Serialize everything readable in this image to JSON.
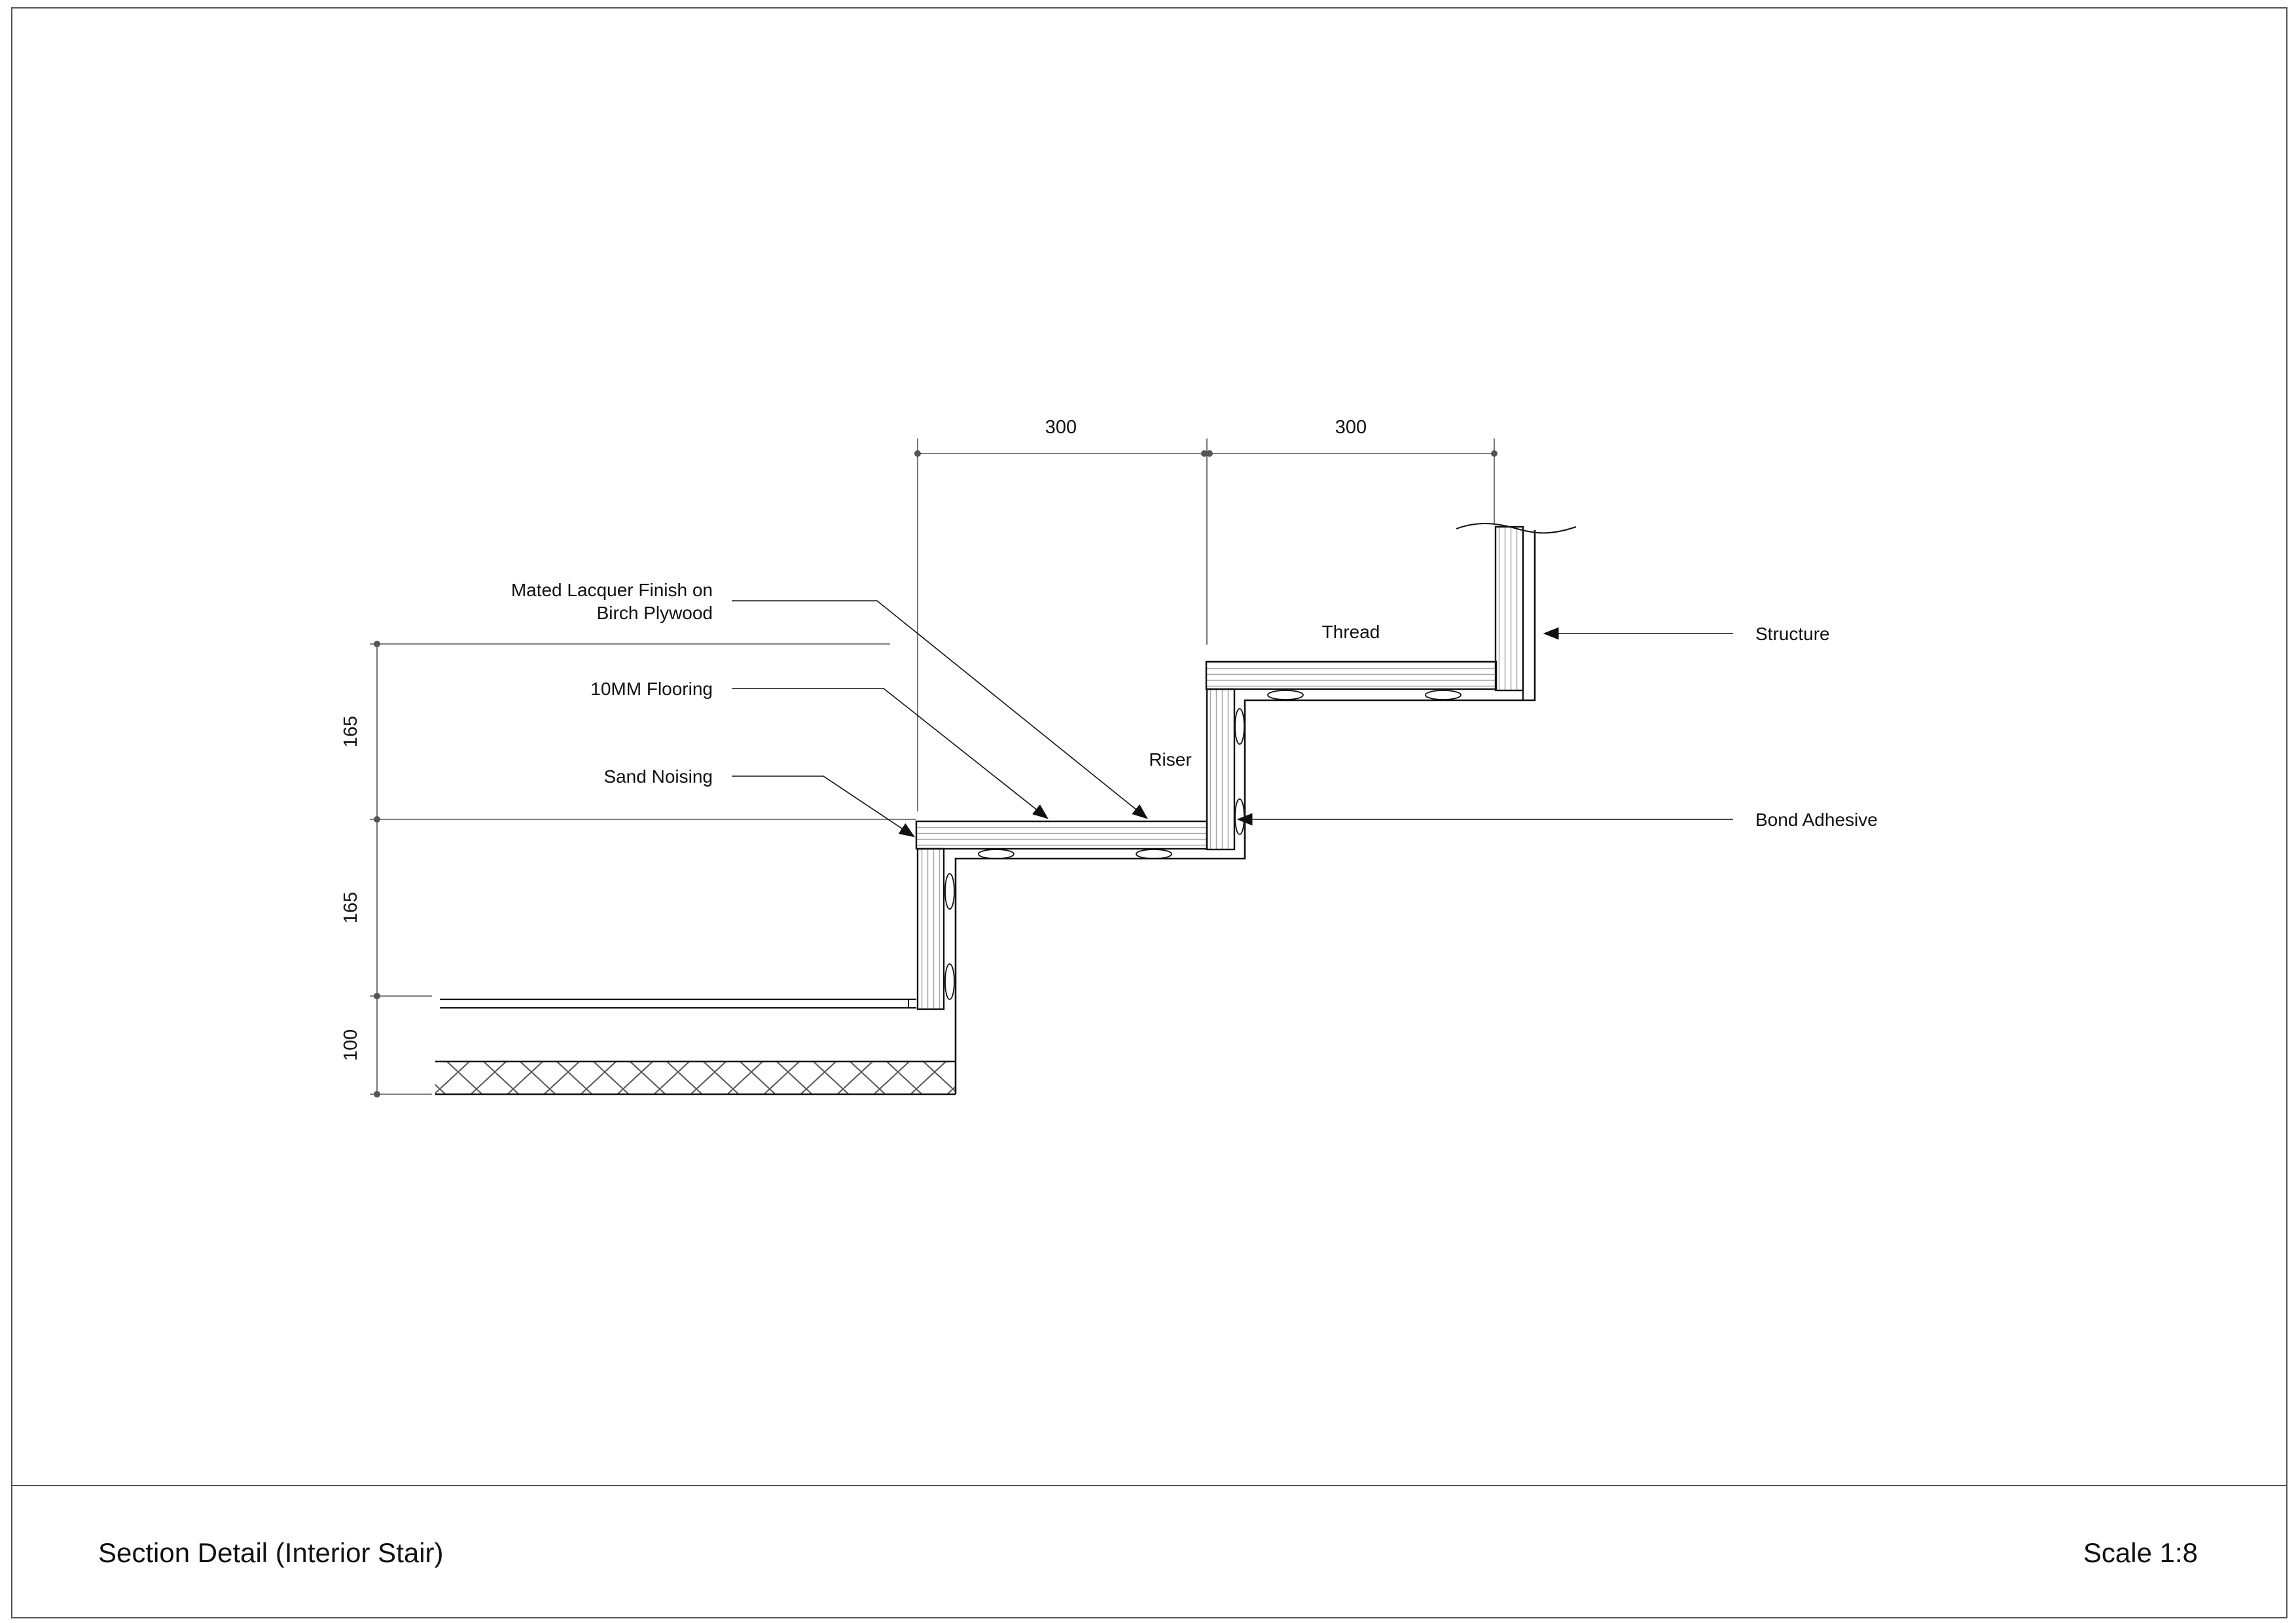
{
  "title_block": {
    "title": "Section Detail (Interior Stair)",
    "scale": "Scale 1:8"
  },
  "dimensions": {
    "going_1": "300",
    "going_2": "300",
    "rise_upper": "165",
    "rise_lower": "165",
    "floor_build_up": "100"
  },
  "labels": {
    "finish_line1": "Mated Lacquer Finish on",
    "finish_line2": "Birch Plywood",
    "flooring": "10MM Flooring",
    "nosing": "Sand Noising",
    "tread": "Thread",
    "riser": "Riser",
    "structure": "Structure",
    "adhesive": "Bond Adhesive"
  }
}
